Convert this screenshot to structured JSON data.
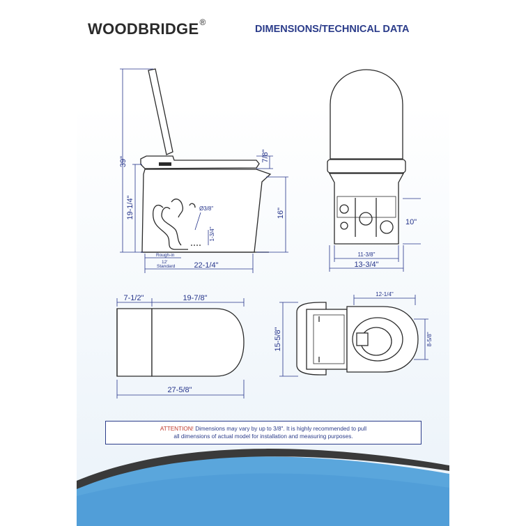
{
  "brand": {
    "name": "WOODBRIDGE",
    "registered": "®"
  },
  "heading": "DIMENSIONS/TECHNICAL DATA",
  "side_view": {
    "overall_height": "39\"",
    "seat_height": "19-1/4\"",
    "lid_gap": "7/8\"",
    "bowl_height": "16\"",
    "pipe_diameter": "Ø3/8\"",
    "supply_height": "1-3/4\"",
    "rough_in_label": "Rough-in",
    "rough_in_value": "12'",
    "rough_in_standard": "Standard",
    "length": "22-1/4\""
  },
  "rear_view": {
    "base_width": "11-3/8\"",
    "overall_width": "13-3/4\"",
    "outlet_height": "10\""
  },
  "top_view": {
    "tank_depth": "7-1/2\"",
    "bowl_length": "19-7/8\"",
    "total_length": "27-5/8\""
  },
  "top_open_view": {
    "bowl_width": "12-1/4\"",
    "overall_width": "15-5/8\"",
    "opening": "8-5/8\""
  },
  "notice": {
    "lead": "ATTENTION!",
    "line1": " Dimensions may vary by up to 3/8\". It is highly recommended to pull",
    "line2": "all dimensions of actual model for installation and measuring purposes."
  },
  "colors": {
    "brand": "#2a2a2a",
    "accent": "#2b3c8a",
    "wave_dark": "#3a3a3a",
    "wave_blue": "#5aa6dc"
  }
}
